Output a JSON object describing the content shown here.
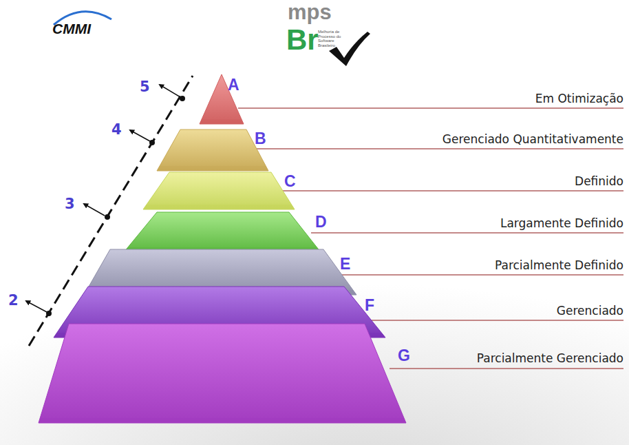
{
  "diagram": {
    "nodes": [
      {
        "text": [
          "A"
        ]
      },
      {
        "text": [
          "B"
        ]
      },
      {
        "text": [
          "C"
        ]
      },
      {
        "text": [
          "D"
        ]
      },
      {
        "text": [
          "E"
        ]
      },
      {
        "text": [
          "F"
        ]
      },
      {
        "text": [
          "G"
        ]
      }
    ],
    "labels": [
      "CMMI",
      "mps",
      "Br",
      "Melhoria de Processo do Software Brasileiro",
      "5",
      "4",
      "3",
      "2",
      "Em Otimização",
      "Gerenciado Quantitativamente",
      "Definido",
      "Largamente Definido",
      "Parcialmente Definido",
      "Gerenciado",
      "Parcialmente Gerenciado"
    ]
  }
}
